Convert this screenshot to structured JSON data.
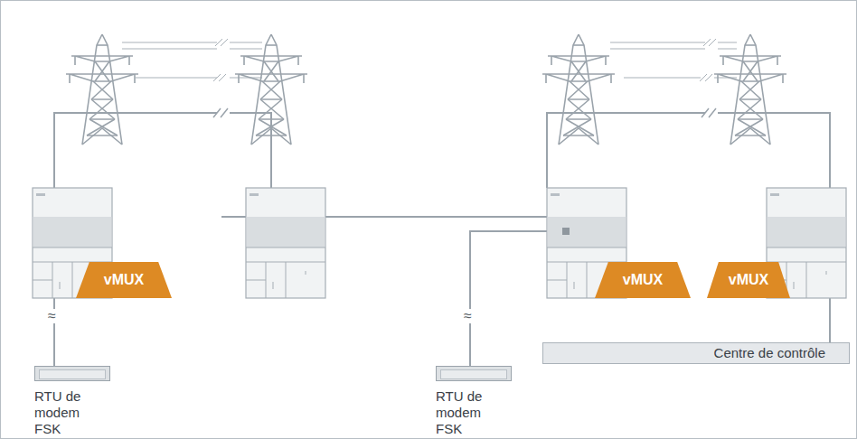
{
  "diagram": {
    "nodes": [
      {
        "text": [
          "vMUX"
        ]
      },
      {
        "text": [
          "vMUX"
        ]
      },
      {
        "text": [
          "vMUX"
        ]
      },
      {
        "text": [
          "RTU de modem FSK"
        ]
      },
      {
        "text": [
          "RTU de modem FSK"
        ]
      },
      {
        "text": [
          "Centre de contrôle"
        ]
      }
    ],
    "labels": [
      "≈",
      "≈"
    ]
  }
}
